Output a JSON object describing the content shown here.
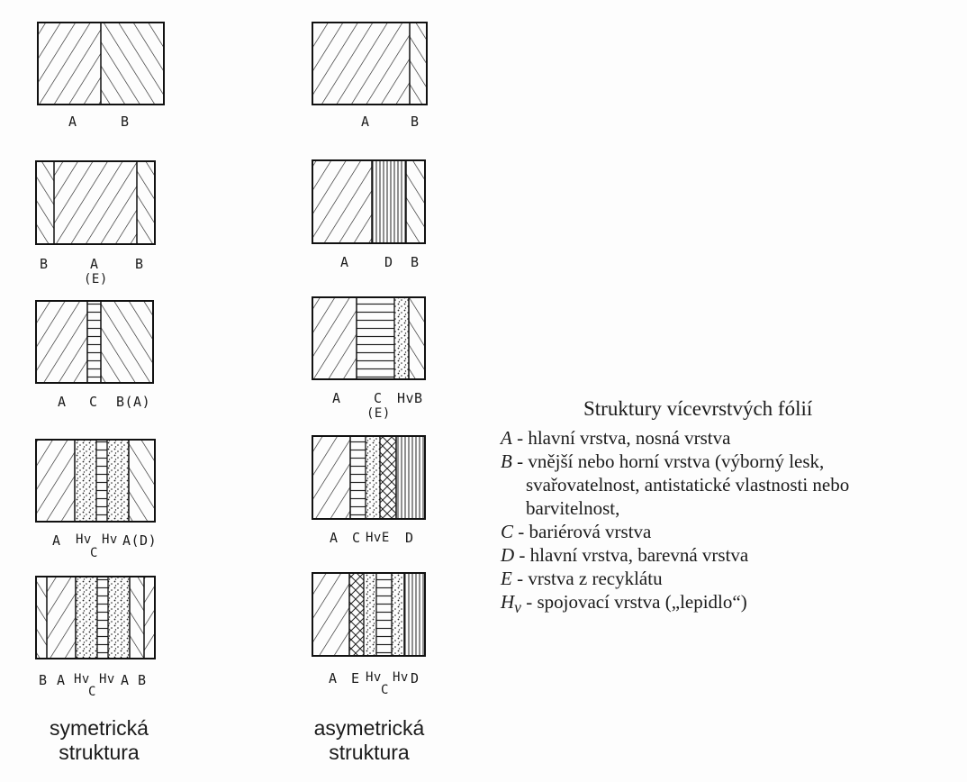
{
  "legend": {
    "title": "Struktury vícevrstvých fólií",
    "items": [
      {
        "key": "A",
        "sub": "",
        "text": " - hlavní vrstva, nosná vrstva"
      },
      {
        "key": "B",
        "sub": "",
        "text": " - vnější nebo horní vrstva (výborný lesk,",
        "cont": [
          "svařovatelnost, antistatické vlastnosti nebo",
          "barvitelnost,"
        ]
      },
      {
        "key": "C",
        "sub": "",
        "text": " - bariérová vrstva"
      },
      {
        "key": "D",
        "sub": "",
        "text": " - hlavní vrstva, barevná vrstva"
      },
      {
        "key": "E",
        "sub": "",
        "text": " - vrstva z recyklátu"
      },
      {
        "key": "H",
        "sub": "v",
        "text": " - spojovací vrstva („lepidlo“)"
      }
    ]
  },
  "captions": {
    "left": [
      "symetrická",
      "struktura"
    ],
    "right": [
      "asymetrická",
      "struktura"
    ]
  },
  "labels": {
    "s1": [
      "A",
      "B"
    ],
    "s2": [
      "B",
      "A",
      "(E)",
      "B"
    ],
    "s3": [
      "A",
      "C",
      "B(A)"
    ],
    "s4": [
      "A",
      "Hv",
      "Hv",
      "A(D)",
      "C"
    ],
    "s5": [
      "B",
      "A",
      "Hv",
      "Hv",
      "A",
      "B",
      "C"
    ],
    "a1": [
      "A",
      "B"
    ],
    "a2": [
      "A",
      "D",
      "B"
    ],
    "a3": [
      "A",
      "C",
      "HvB",
      "(E)"
    ],
    "a4": [
      "A",
      "C",
      "HvE",
      "D"
    ],
    "a5": [
      "A",
      "E",
      "Hv",
      "Hv",
      "D",
      "C"
    ]
  }
}
